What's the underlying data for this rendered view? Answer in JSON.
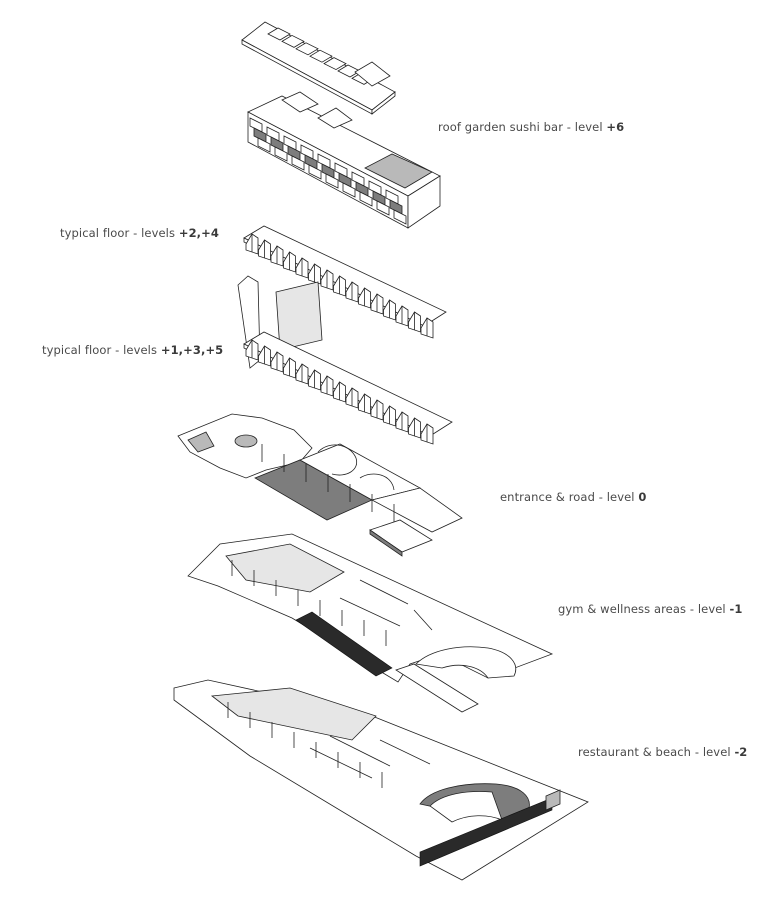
{
  "levels": [
    {
      "name": "roof garden sushi bar - level ",
      "number": "+6"
    },
    {
      "name": "typical floor - levels ",
      "number": "+2,+4"
    },
    {
      "name": "typical floor - levels ",
      "number": "+1,+3,+5"
    },
    {
      "name": "entrance & road - level ",
      "number": "0"
    },
    {
      "name": "gym & wellness areas - level ",
      "number": "-1"
    },
    {
      "name": "restaurant & beach - level ",
      "number": "-2"
    }
  ]
}
